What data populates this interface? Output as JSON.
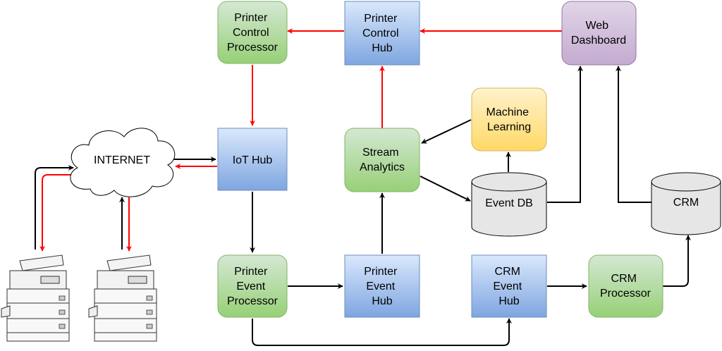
{
  "nodes": {
    "printer_control_processor": {
      "lines": [
        "Printer",
        "Control",
        "Processor"
      ],
      "fill": "green"
    },
    "printer_control_hub": {
      "lines": [
        "Printer",
        "Control",
        "Hub"
      ],
      "fill": "blue"
    },
    "web_dashboard": {
      "lines": [
        "Web",
        "Dashboard"
      ],
      "fill": "purple"
    },
    "internet": {
      "lines": [
        "INTERNET"
      ]
    },
    "iot_hub": {
      "lines": [
        "IoT Hub"
      ],
      "fill": "blue"
    },
    "stream_analytics": {
      "lines": [
        "Stream",
        "Analytics"
      ],
      "fill": "green"
    },
    "machine_learning": {
      "lines": [
        "Machine",
        "Learning"
      ],
      "fill": "yellow"
    },
    "event_db": {
      "lines": [
        "Event DB"
      ]
    },
    "crm_db": {
      "lines": [
        "CRM"
      ]
    },
    "printer_event_processor": {
      "lines": [
        "Printer",
        "Event",
        "Processor"
      ],
      "fill": "green"
    },
    "printer_event_hub": {
      "lines": [
        "Printer",
        "Event",
        "Hub"
      ],
      "fill": "blue"
    },
    "crm_event_hub": {
      "lines": [
        "CRM",
        "Event",
        "Hub"
      ],
      "fill": "blue"
    },
    "crm_processor": {
      "lines": [
        "CRM",
        "Processor"
      ],
      "fill": "green"
    }
  },
  "colors": {
    "black_arrow": "#000000",
    "red_arrow": "#ff0000",
    "green_top": "#d5e8d4",
    "green_bottom": "#97d077",
    "green_stroke": "#82b366",
    "blue_top": "#dae8fc",
    "blue_bottom": "#7ea6e0",
    "blue_stroke": "#6c8ebf",
    "purple_top": "#e1d5e7",
    "purple_bottom": "#c3abd0",
    "purple_stroke": "#9673a6",
    "yellow_top": "#fff2cc",
    "yellow_bottom": "#ffd966",
    "yellow_stroke": "#d6b656",
    "cylinder_fill": "#e6e6e6"
  },
  "edges": [
    {
      "from": "web_dashboard",
      "to": "printer_control_hub",
      "color": "red"
    },
    {
      "from": "printer_control_hub",
      "to": "printer_control_processor",
      "color": "red"
    },
    {
      "from": "printer_control_processor",
      "to": "iot_hub",
      "color": "red"
    },
    {
      "from": "stream_analytics",
      "to": "printer_control_hub",
      "color": "red"
    },
    {
      "from": "internet",
      "to": "iot_hub",
      "color": "black"
    },
    {
      "from": "iot_hub",
      "to": "internet",
      "color": "red"
    },
    {
      "from": "iot_hub",
      "to": "printer_event_processor",
      "color": "black"
    },
    {
      "from": "printer_event_processor",
      "to": "printer_event_hub",
      "color": "black"
    },
    {
      "from": "printer_event_hub",
      "to": "stream_analytics",
      "color": "black"
    },
    {
      "from": "machine_learning",
      "to": "stream_analytics",
      "color": "black"
    },
    {
      "from": "stream_analytics",
      "to": "event_db",
      "color": "black"
    },
    {
      "from": "event_db",
      "to": "machine_learning",
      "color": "black"
    },
    {
      "from": "event_db",
      "to": "web_dashboard",
      "color": "black"
    },
    {
      "from": "crm_db",
      "to": "web_dashboard",
      "color": "black"
    },
    {
      "from": "printer_event_processor",
      "to": "crm_event_hub",
      "color": "black"
    },
    {
      "from": "crm_event_hub",
      "to": "crm_processor",
      "color": "black"
    },
    {
      "from": "crm_processor",
      "to": "crm_db",
      "color": "black"
    },
    {
      "from": "printer_1",
      "to": "internet",
      "color": "black"
    },
    {
      "from": "internet",
      "to": "printer_1",
      "color": "red"
    },
    {
      "from": "printer_2",
      "to": "internet",
      "color": "black"
    },
    {
      "from": "internet",
      "to": "printer_2",
      "color": "red"
    }
  ],
  "printers": [
    {
      "icon": "printer-icon"
    },
    {
      "icon": "printer-icon"
    }
  ]
}
